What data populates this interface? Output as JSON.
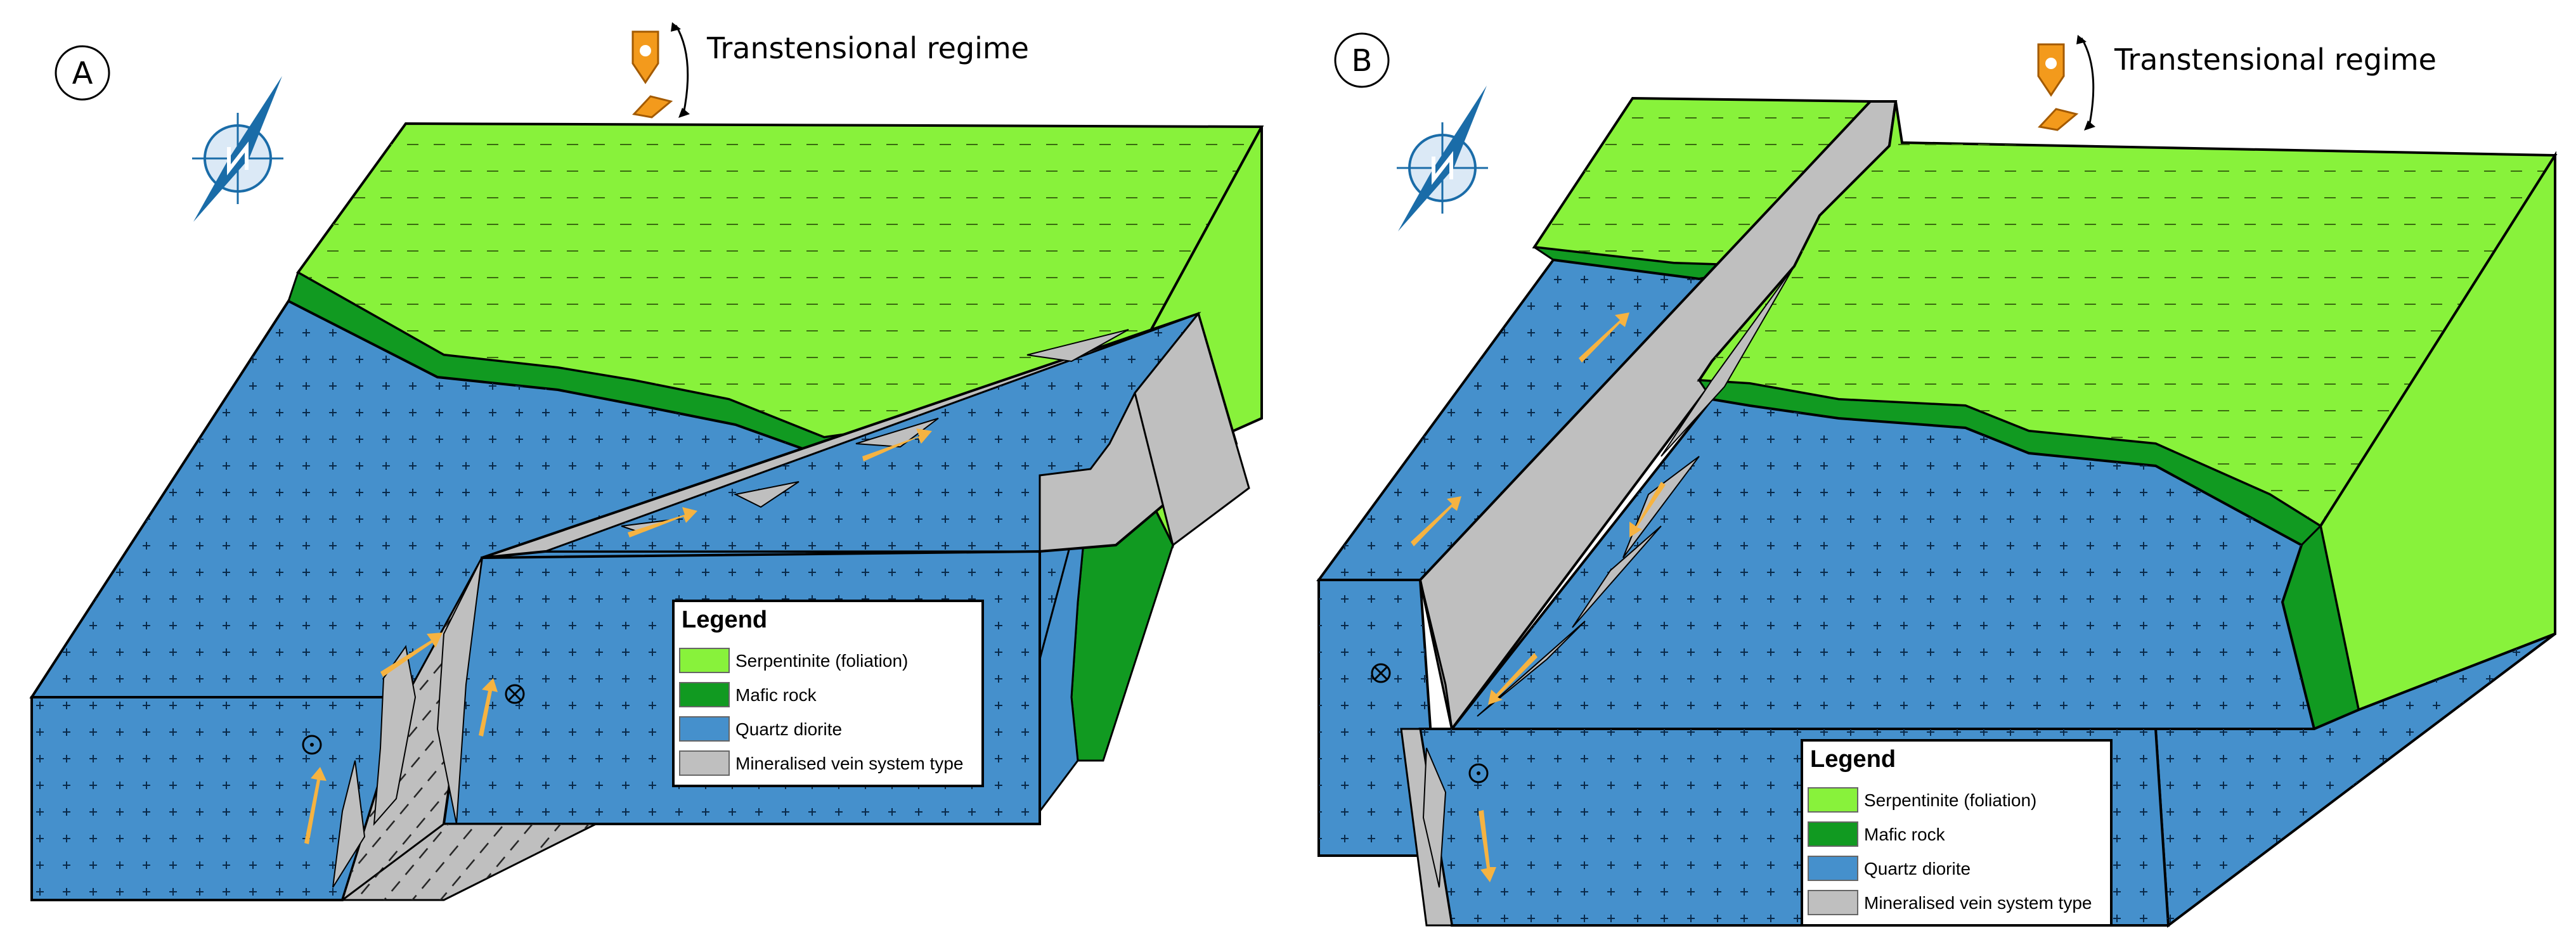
{
  "panels": [
    {
      "id": "A",
      "label": "A",
      "regime": "Transtensional regime",
      "legend": {
        "title": "Legend",
        "items": [
          {
            "label": "Serpentinite (foliation)",
            "color": "#88f23b"
          },
          {
            "label": "Mafic rock",
            "color": "#119a21"
          },
          {
            "label": "Quartz diorite",
            "color": "#4590cc"
          },
          {
            "label": "Mineralised vein system type",
            "color": "#bfbfbf"
          }
        ]
      }
    },
    {
      "id": "B",
      "label": "B",
      "regime": "Transtensional regime",
      "legend": {
        "title": "Legend",
        "items": [
          {
            "label": "Serpentinite (foliation)",
            "color": "#88f23b"
          },
          {
            "label": "Mafic rock",
            "color": "#119a21"
          },
          {
            "label": "Quartz diorite",
            "color": "#4590cc"
          },
          {
            "label": "Mineralised vein system type",
            "color": "#bfbfbf"
          }
        ]
      }
    }
  ],
  "colors": {
    "serpentinite": "#88f23b",
    "mafic": "#119a21",
    "diorite": "#4590cc",
    "vein": "#bfbfbf",
    "arrow": "#f6b341",
    "compass": "#1a6ca8",
    "plumb": "#f39a1c"
  },
  "icons": [
    "north-arrow-icon",
    "plumb-bob-icon",
    "out-of-page-symbol",
    "into-page-symbol"
  ]
}
